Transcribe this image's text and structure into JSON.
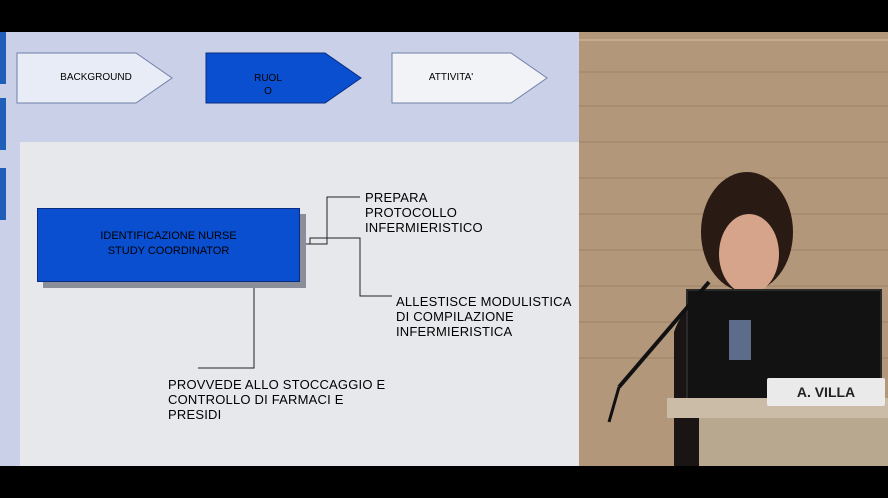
{
  "steps": [
    {
      "label": "BACKGROUND"
    },
    {
      "label": "RUOL\nO"
    },
    {
      "label": "ATTIVITA'"
    }
  ],
  "colors": {
    "active_step": "#0a4fd0",
    "inactive_step": "#e8ecf6",
    "slide_bg": "#c9d0e8"
  },
  "main_box": {
    "label": "IDENTIFICAZIONE NURSE\nSTUDY COORDINATOR"
  },
  "tasks": [
    {
      "text": "PREPARA\nPROTOCOLLO\nINFERMIERISTICO"
    },
    {
      "text": "ALLESTISCE MODULISTICA\nDI COMPILAZIONE\nINFERMIERISTICA"
    },
    {
      "text": "PROVVEDE ALLO STOCCAGGIO E\nCONTROLLO DI FARMACI E\nPRESIDI"
    }
  ],
  "speaker": {
    "nameplate": "A. VILLA"
  }
}
